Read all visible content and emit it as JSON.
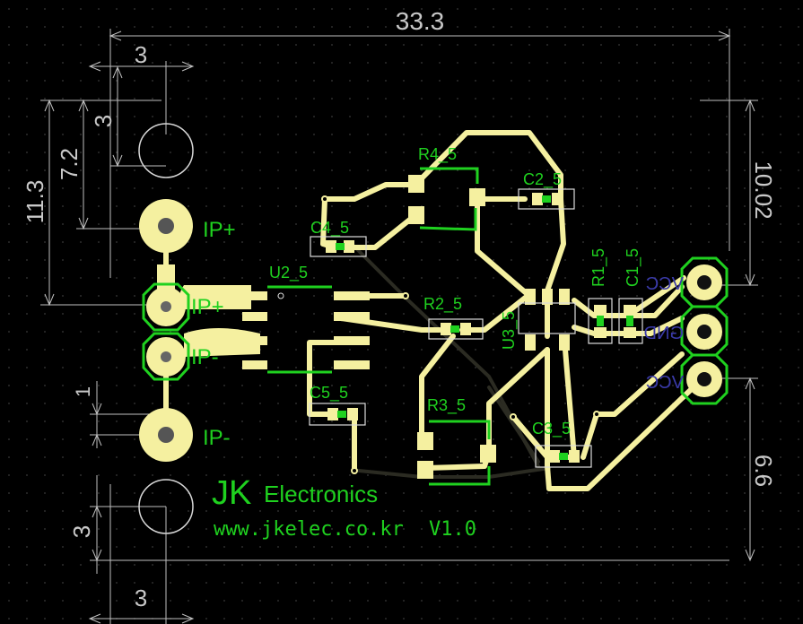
{
  "dimensions": {
    "top_width": "33.3",
    "top_left_offset": "3",
    "left_small": "3",
    "left_mid": "7.2",
    "left_tall": "11.3",
    "left_one": "1",
    "left_bottom": "3",
    "bottom_offset": "3",
    "right_top": "10.02",
    "right_bottom": "6.6"
  },
  "labels": {
    "ip_plus_pad": "IP+",
    "ip_plus_header": "IP+",
    "ip_minus_header": "IP-",
    "ip_minus_pad": "IP-"
  },
  "components": {
    "u2": "U2_5",
    "u3": "U3_5",
    "r1": "R1_5",
    "r2": "R2_5",
    "r3": "R3_5",
    "r4": "R4_5",
    "c1": "C1_5",
    "c2": "C2_5",
    "c3": "C3_5",
    "c4": "C4_5",
    "c5": "C5_5"
  },
  "connector_pins": {
    "pin1": "VCC",
    "pin2": "GND",
    "pin3": "VCC"
  },
  "branding": {
    "logo_jk": "JK",
    "logo_electronics": "Electronics",
    "url": "www.jkelec.co.kr",
    "version": "V1.0"
  },
  "colors": {
    "background": "#000000",
    "copper": "#f5f0a0",
    "silkscreen": "#1fd11f",
    "dimension": "#c8c8c8"
  }
}
